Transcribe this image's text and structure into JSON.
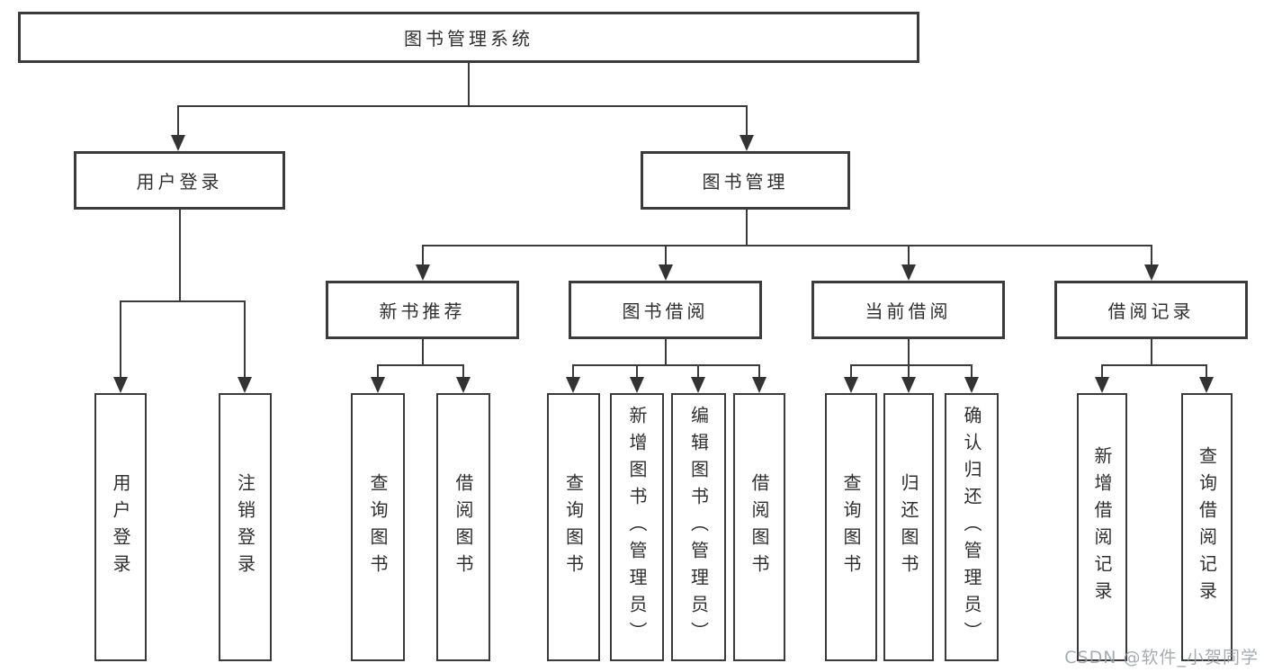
{
  "watermark": "CSDN @软件_小贺同学",
  "colors": {
    "line": "#3b3b3b",
    "box_border": "#3b3b3b",
    "text": "#2f2f2f",
    "background": "#ffffff",
    "watermark": "#989da3"
  },
  "root": {
    "label": "图书管理系统"
  },
  "branches": [
    {
      "label": "用户登录",
      "children": [
        {
          "label": "用户登录"
        },
        {
          "label": "注销登录"
        }
      ]
    },
    {
      "label": "图书管理",
      "children": [
        {
          "label": "新书推荐",
          "children": [
            {
              "label": "查询图书"
            },
            {
              "label": "借阅图书"
            }
          ]
        },
        {
          "label": "图书借阅",
          "children": [
            {
              "label": "查询图书"
            },
            {
              "label": "新增图书（管理员）"
            },
            {
              "label": "编辑图书（管理员）"
            },
            {
              "label": "借阅图书"
            }
          ]
        },
        {
          "label": "当前借阅",
          "children": [
            {
              "label": "查询图书"
            },
            {
              "label": "归还图书"
            },
            {
              "label": "确认归还（管理员）"
            }
          ]
        },
        {
          "label": "借阅记录",
          "children": [
            {
              "label": "新增借阅记录"
            },
            {
              "label": "查询借阅记录"
            }
          ]
        }
      ]
    }
  ]
}
